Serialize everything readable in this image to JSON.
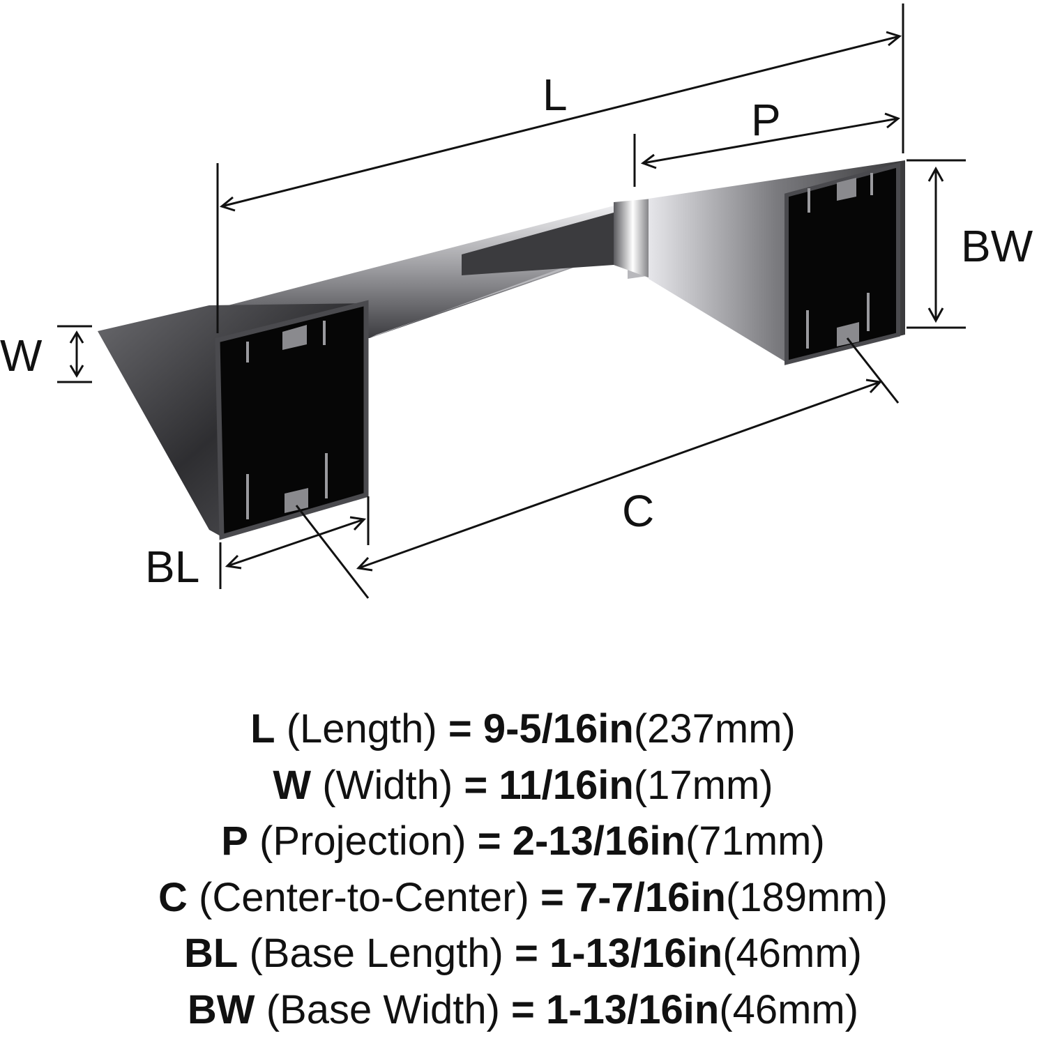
{
  "diagram": {
    "labels": {
      "L": "L",
      "P": "P",
      "BW": "BW",
      "W": "W",
      "C": "C",
      "BL": "BL"
    }
  },
  "specs": [
    {
      "code": "L",
      "name": "(Length)",
      "eq": "=",
      "imperial": "9-5/16in",
      "metric": "(237mm)"
    },
    {
      "code": "W",
      "name": "(Width)",
      "eq": "=",
      "imperial": "11/16in",
      "metric": "(17mm)"
    },
    {
      "code": "P",
      "name": "(Projection)",
      "eq": "=",
      "imperial": "2-13/16in",
      "metric": "(71mm)"
    },
    {
      "code": "C",
      "name": "(Center-to-Center)",
      "eq": "=",
      "imperial": "7-7/16in",
      "metric": "(189mm)"
    },
    {
      "code": "BL",
      "name": "(Base Length)",
      "eq": "=",
      "imperial": "1-13/16in",
      "metric": "(46mm)"
    },
    {
      "code": "BW",
      "name": "(Base Width)",
      "eq": "=",
      "imperial": "1-13/16in",
      "metric": "(46mm)"
    }
  ],
  "colors": {
    "line": "#111111",
    "metal_dark": "#3a3a3c",
    "metal_mid": "#8a8a8e",
    "metal_light": "#d8d8dc",
    "cavity": "#050505"
  }
}
